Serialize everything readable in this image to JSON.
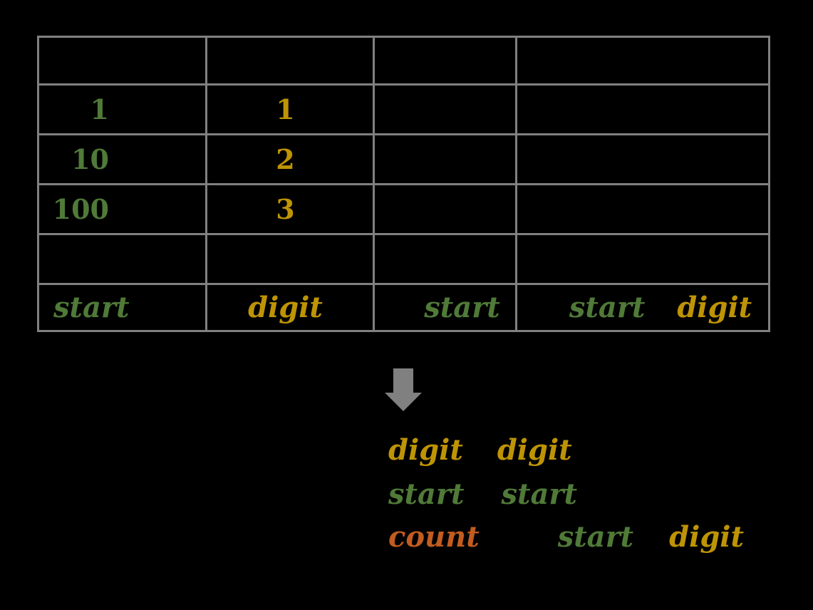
{
  "colors": {
    "background": "#000000",
    "gray": "#808080",
    "green": "#507a38",
    "gold": "#be9405",
    "orange": "#c25c20"
  },
  "icons": {
    "arrow": "down-arrow"
  },
  "table": {
    "col1": {
      "row1": "1",
      "row2": "10",
      "row3": "100",
      "footer": "start"
    },
    "col2": {
      "row1": "1",
      "row2": "2",
      "row3": "3",
      "footer": "digit"
    },
    "col3": {
      "footer": "start"
    },
    "col4": {
      "footer_start": "start",
      "footer_digit": "digit"
    }
  },
  "result": {
    "line1": {
      "word1": "digit",
      "word2": "digit"
    },
    "line2": {
      "word1": "start",
      "word2": "start"
    },
    "line3": {
      "word1": "count",
      "word2": "start",
      "word3": "digit"
    }
  }
}
